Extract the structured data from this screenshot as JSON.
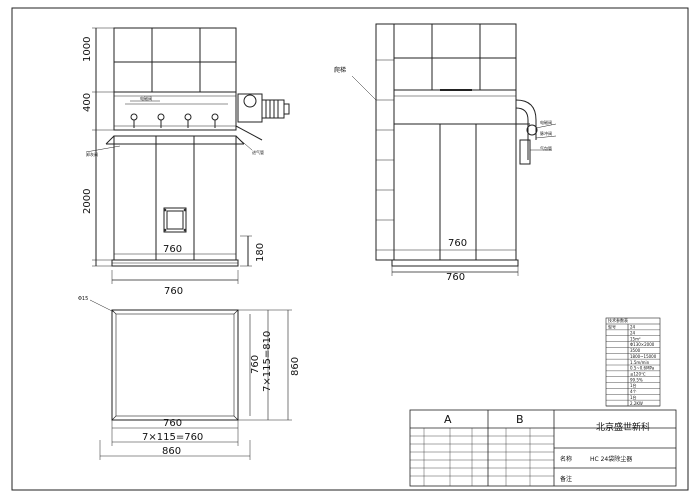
{
  "drawing": {
    "front_view": {
      "dims_vertical": [
        "1000",
        "400",
        "2000",
        "180"
      ],
      "dim_width_inner": "760",
      "dim_width_outer": "760",
      "callouts": [
        "电磁阀",
        "卸灰阀",
        "进气管"
      ]
    },
    "side_view": {
      "callout_left": "爬梯",
      "callouts_right": [
        "电磁阀",
        "脉冲阀",
        "气包管"
      ],
      "dim_width_inner": "760",
      "dim_width_outer": "760"
    },
    "plan_view": {
      "dim_corner": "Φ15",
      "dims_horizontal": [
        "760",
        "7×115=760",
        "860"
      ],
      "dims_vertical": [
        "760",
        "7×115=810",
        "860"
      ]
    },
    "spec_table": {
      "header": "技术参数表",
      "rows": [
        [
          "型号",
          "24"
        ],
        [
          "",
          "24"
        ],
        [
          "",
          "15m²"
        ],
        [
          "",
          "Φ130×2000"
        ],
        [
          "",
          "3500"
        ],
        [
          "",
          "1800~15000"
        ],
        [
          "",
          "1.5m/min"
        ],
        [
          "",
          "0.5~0.6MPa"
        ],
        [
          "",
          "≤120℃"
        ],
        [
          "",
          "99.5%"
        ],
        [
          "",
          "1台"
        ],
        [
          "",
          "4个"
        ],
        [
          "",
          "1台"
        ],
        [
          "",
          "2.2KW"
        ]
      ]
    },
    "title_block": {
      "col_a": "A",
      "col_b": "B",
      "company": "北京盛世新科",
      "name_label": "名称",
      "name_value": "HC 24袋除尘器",
      "remark_label": "备注"
    }
  }
}
